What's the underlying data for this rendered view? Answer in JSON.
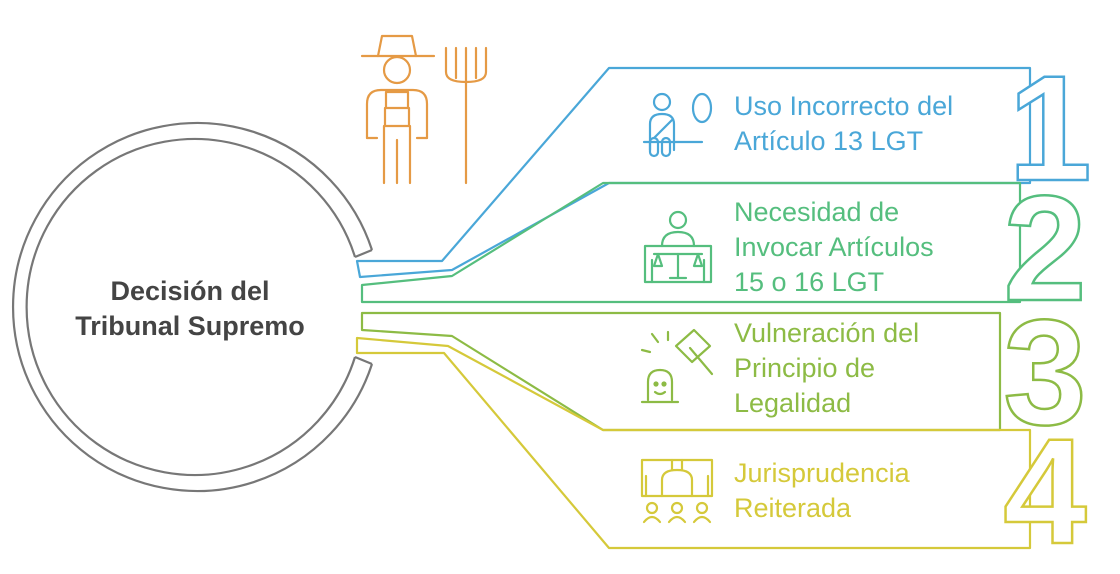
{
  "center": {
    "title_lines": [
      "Decisión del",
      "Tribunal Supremo"
    ],
    "ring_color": "#777777",
    "text_color": "#444444"
  },
  "decoration": {
    "icon": "farmer-with-pitchfork-icon",
    "color": "#E59A45"
  },
  "items": [
    {
      "number": "1",
      "lines": [
        "Uso Incorrecto del",
        "Artículo 13 LGT"
      ],
      "color": "#4AA7D8",
      "icon": "person-reading-icon"
    },
    {
      "number": "2",
      "lines": [
        "Necesidad de",
        "Invocar Artículos",
        "15 o 16 LGT"
      ],
      "color": "#55BE7E",
      "icon": "judge-scales-icon"
    },
    {
      "number": "3",
      "lines": [
        "Vulneración del",
        "Principio de",
        "Legalidad"
      ],
      "color": "#8DBB45",
      "icon": "gavel-icon"
    },
    {
      "number": "4",
      "lines": [
        "Jurisprudencia",
        "Reiterada"
      ],
      "color": "#D5C93A",
      "icon": "court-audience-icon"
    }
  ]
}
